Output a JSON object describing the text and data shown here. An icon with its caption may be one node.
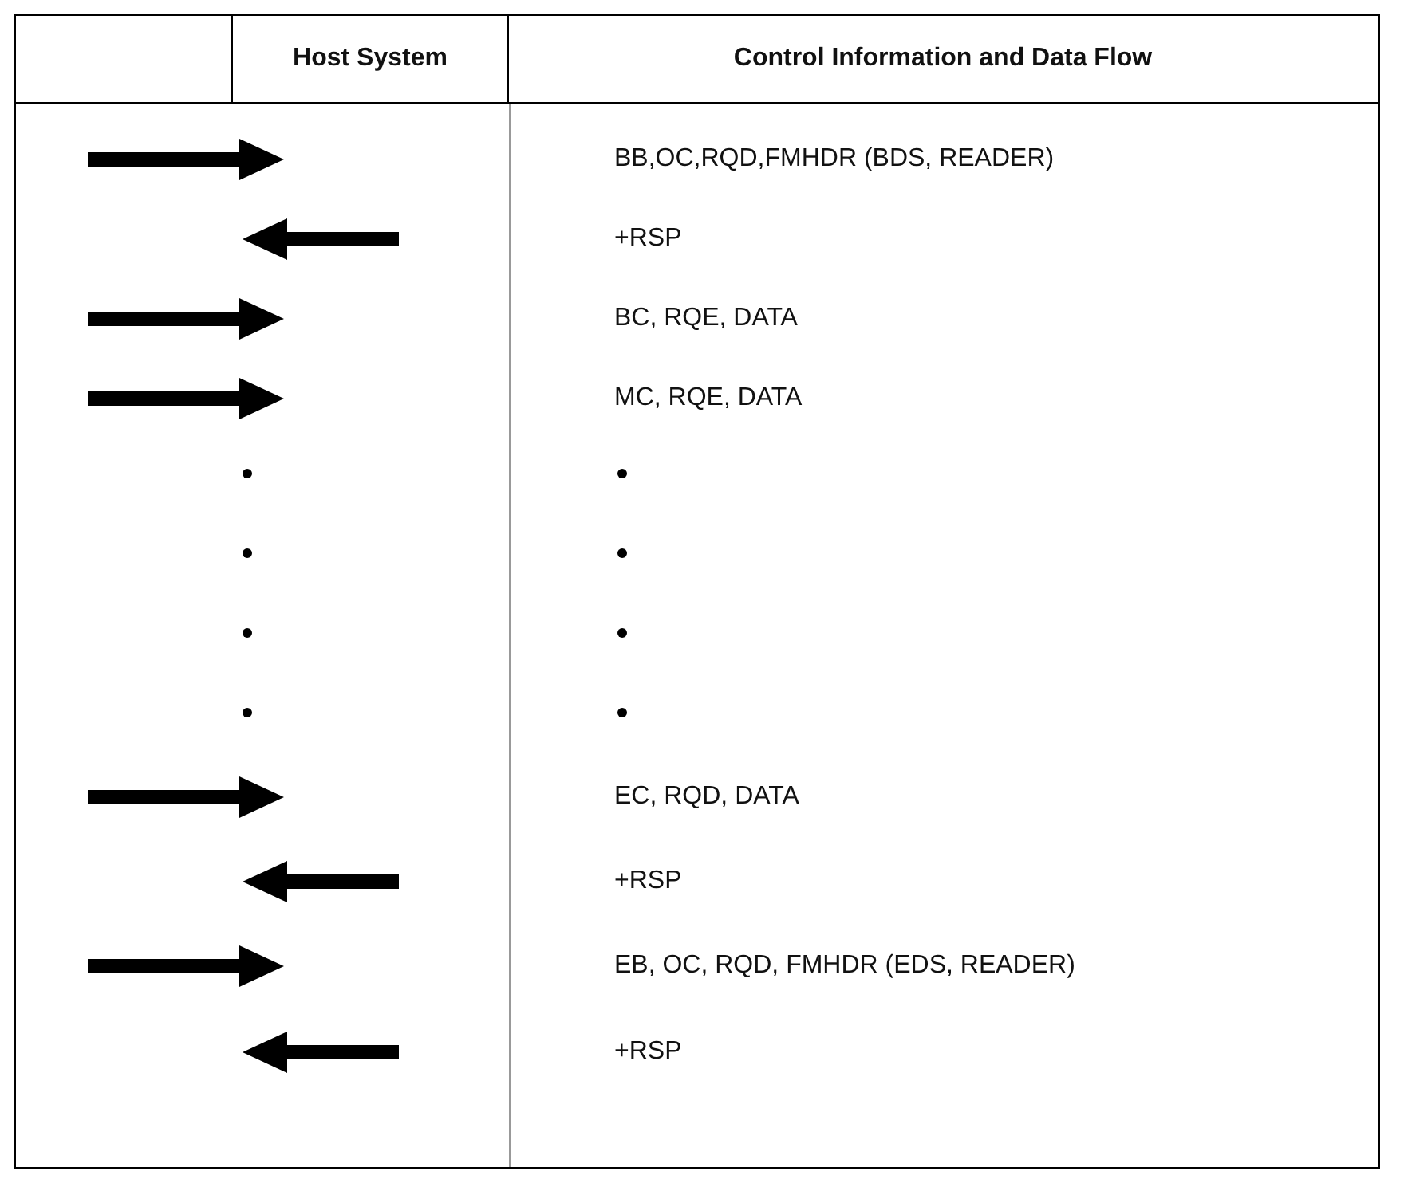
{
  "diagram": {
    "labels": [
      "Host System",
      "Control Information and Data Flow",
      "BB,OC,RQD,FMHDR (BDS, READER)",
      "+RSP",
      "BC, RQE, DATA",
      "MC, RQE, DATA",
      "EC, RQD, DATA",
      "+RSP",
      "EB, OC, RQD, FMHDR (EDS, READER)",
      "+RSP"
    ]
  }
}
